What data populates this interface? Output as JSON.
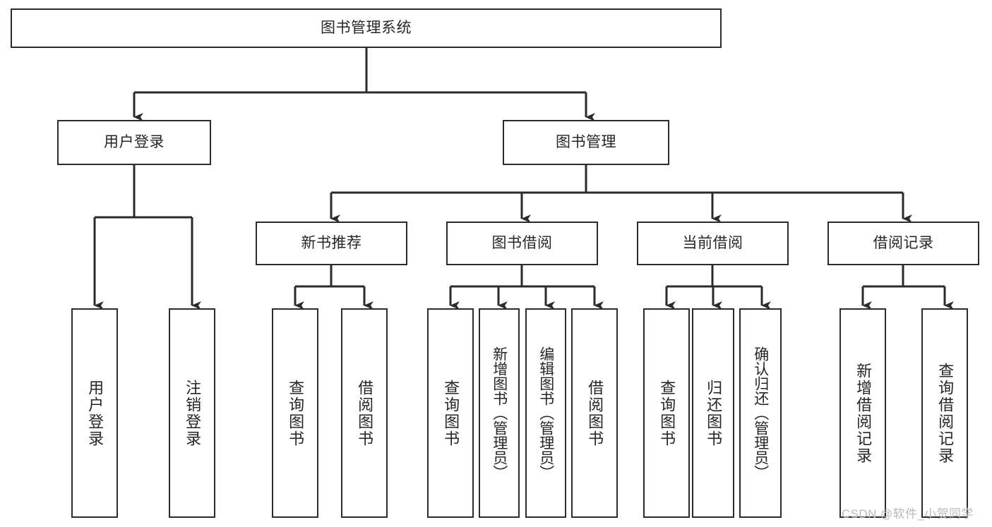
{
  "diagram": {
    "title": "图书管理系统",
    "type": "hierarchy-tree",
    "watermark": "CSDN @软件_小贺同学",
    "colors": {
      "box_border": "#2b2b2b",
      "box_fill": "#ffffff",
      "edge": "#2b2b2b",
      "text": "#262626",
      "watermark": "#b9b9b9",
      "background": "#ffffff"
    },
    "nodes": {
      "root": {
        "label": "图书管理系统"
      },
      "level2": [
        {
          "label": "用户登录"
        },
        {
          "label": "图书管理"
        }
      ],
      "level3": [
        {
          "label": "新书推荐"
        },
        {
          "label": "图书借阅"
        },
        {
          "label": "当前借阅"
        },
        {
          "label": "借阅记录"
        }
      ],
      "leaves": {
        "user_login": [
          {
            "label": "用户登录"
          },
          {
            "label": "注销登录"
          }
        ],
        "new_book_recommend": [
          {
            "label": "查询图书"
          },
          {
            "label": "借阅图书"
          }
        ],
        "book_borrow": [
          {
            "label": "查询图书"
          },
          {
            "label": "新增图书（管理员）"
          },
          {
            "label": "编辑图书（管理员）"
          },
          {
            "label": "借阅图书"
          }
        ],
        "current_borrow": [
          {
            "label": "查询图书"
          },
          {
            "label": "归还图书"
          },
          {
            "label": "确认归还（管理员）"
          }
        ],
        "borrow_record": [
          {
            "label": "新增借阅记录"
          },
          {
            "label": "查询借阅记录"
          }
        ]
      }
    }
  }
}
